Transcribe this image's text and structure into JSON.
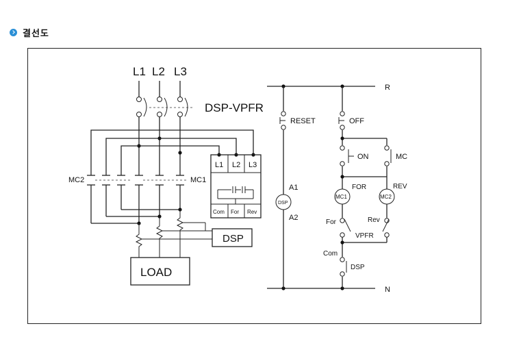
{
  "header": {
    "title": "결선도"
  },
  "diagram": {
    "lines": {
      "l1": "L1",
      "l2": "L2",
      "l3": "L3"
    },
    "device_name": "DSP-VPFR",
    "contactors": {
      "mc2": "MC2",
      "mc1": "MC1"
    },
    "controller": {
      "top_terminals": [
        "L1",
        "L2",
        "L3"
      ],
      "bottom_terminals": [
        "Com",
        "For",
        "Rev"
      ]
    },
    "dsp_box": "DSP",
    "load_box": "LOAD",
    "control": {
      "r": "R",
      "n": "N",
      "reset": "RESET",
      "off": "OFF",
      "on": "ON",
      "mc": "MC",
      "a1": "A1",
      "a2": "A2",
      "dsp_coil": "DSP",
      "for_coil_label": "FOR",
      "rev_coil_label": "REV",
      "mc1_coil": "MC1",
      "mc2_coil": "MC2",
      "for_contact": "For",
      "rev_contact": "Rev",
      "vpfr": "VPFR",
      "com": "Com",
      "dsp_contact": "DSP"
    }
  }
}
